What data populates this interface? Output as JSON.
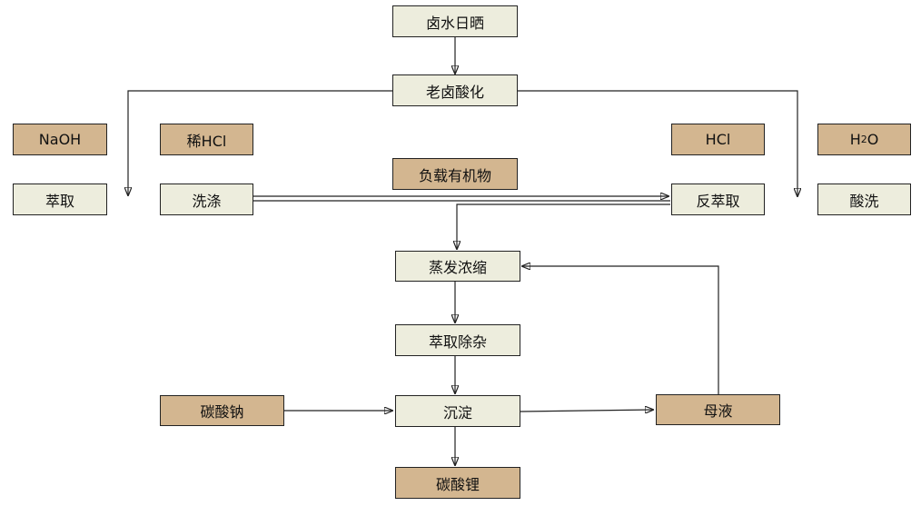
{
  "nodes": {
    "brine_sun_drying": "卤水日晒",
    "old_brine_acidification": "老卤酸化",
    "naoh": "NaOH",
    "dilute_hcl": "稀HCl",
    "loaded_organic": "负载有机物",
    "hcl": "HCl",
    "h2o_base": "H",
    "h2o_sub": "2",
    "h2o_tail": "O",
    "extraction": "萃取",
    "washing": "洗涤",
    "back_extraction": "反萃取",
    "acid_wash": "酸洗",
    "evaporation_concentration": "蒸发浓缩",
    "impurity_extraction": "萃取除杂",
    "sodium_carbonate": "碳酸钠",
    "precipitation": "沉淀",
    "mother_liquor": "母液",
    "lithium_carbonate": "碳酸锂"
  },
  "colors": {
    "process_fill": "#ededdd",
    "reagent_fill": "#d3b690",
    "border": "#222222"
  }
}
